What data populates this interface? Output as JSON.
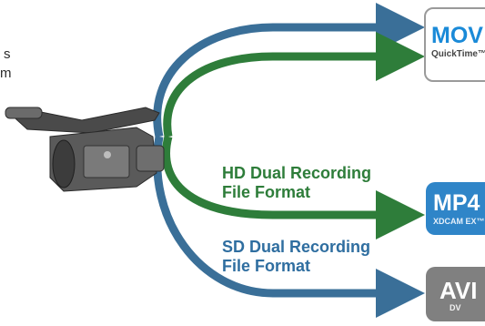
{
  "clipped_text": {
    "line1": "s",
    "line2": "m"
  },
  "labels": {
    "hd_line1": "HD Dual Recording",
    "hd_line2": "File Format",
    "sd_line1": "SD Dual Recording",
    "sd_line2": "File Format"
  },
  "badges": {
    "mov": {
      "title": "MOV",
      "subtitle": "QuickTime™"
    },
    "mp4": {
      "title": "MP4",
      "subtitle": "XDCAM EX™"
    },
    "avi": {
      "title": "AVI",
      "subtitle": "DV"
    }
  },
  "colors": {
    "blue_arrow": "#3a6f98",
    "green_arrow": "#2e7d3a",
    "mp4_badge": "#2f85c8",
    "avi_badge": "#808080",
    "mov_text": "#1a8ad8"
  }
}
